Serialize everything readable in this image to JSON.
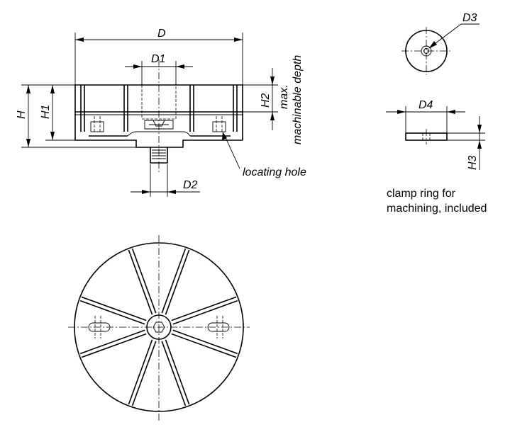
{
  "labels": {
    "D": "D",
    "D1": "D1",
    "D2": "D2",
    "D3": "D3",
    "D4": "D4",
    "H": "H",
    "H1": "H1",
    "H2": "H2",
    "H3": "H3",
    "max_depth_line1": "max.",
    "max_depth_line2": "machinable depth",
    "locating_hole": "locating hole",
    "clamp_ring_line1": "clamp ring for",
    "clamp_ring_line2": "machining, included"
  }
}
